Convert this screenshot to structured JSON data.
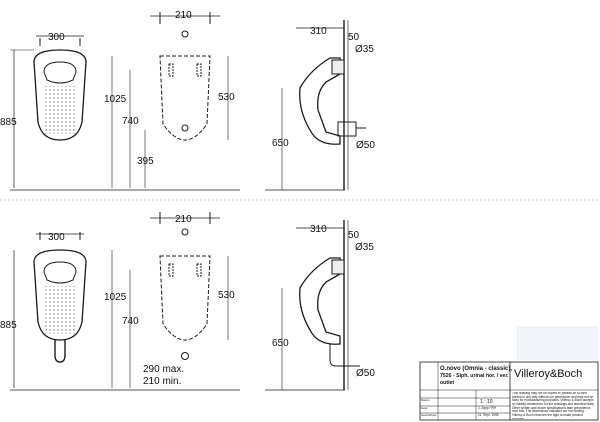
{
  "drawings": {
    "top": {
      "front_width": "300",
      "front_height": "885",
      "back_width": "210",
      "back_total_height": "1025",
      "back_mid_height": "740",
      "back_low_height": "395",
      "back_right_height": "530",
      "side_depth": "310",
      "side_offset": "50",
      "side_inlet_dia": "Ø35",
      "side_outlet_dia": "Ø50",
      "side_height": "650"
    },
    "bottom": {
      "front_width": "300",
      "front_height": "885",
      "back_width": "210",
      "back_total_height": "1025",
      "back_mid_height": "740",
      "back_right_height": "530",
      "back_outlet_max": "290 max.",
      "back_outlet_min": "210 min.",
      "side_depth": "310",
      "side_offset": "50",
      "side_inlet_dia": "Ø35",
      "side_outlet_dia": "Ø50",
      "side_height": "650"
    }
  },
  "title_block": {
    "product_name": "O.novo (Omnia - classic),",
    "product_desc": "7526 - Siph. urinal hor. / ver.",
    "product_desc2": "outlet",
    "scale": "1 : 10",
    "brand": "Villeroy&Boch",
    "notice": "This drawing may not be copied or passed on to third parties in any way without our permission and may not be used for manufacturing purposes. Villeroy & Boch accepts no liability whatsoever for the drawings and technical data. Other written and drawn specifications take precedence over this. The dimensions indicated are not binding. Villeroy & Boch reserves the right to make product changes.",
    "row_labels": [
      "Datum",
      "Gepr.",
      "Gezeichnet"
    ],
    "row_values": [
      "",
      "J. Zapp / RH",
      "11. Sept. 1995"
    ]
  },
  "colors": {
    "line": "#1a1a1a",
    "hidden": "#333333",
    "watermark": "#e6ecf5"
  }
}
